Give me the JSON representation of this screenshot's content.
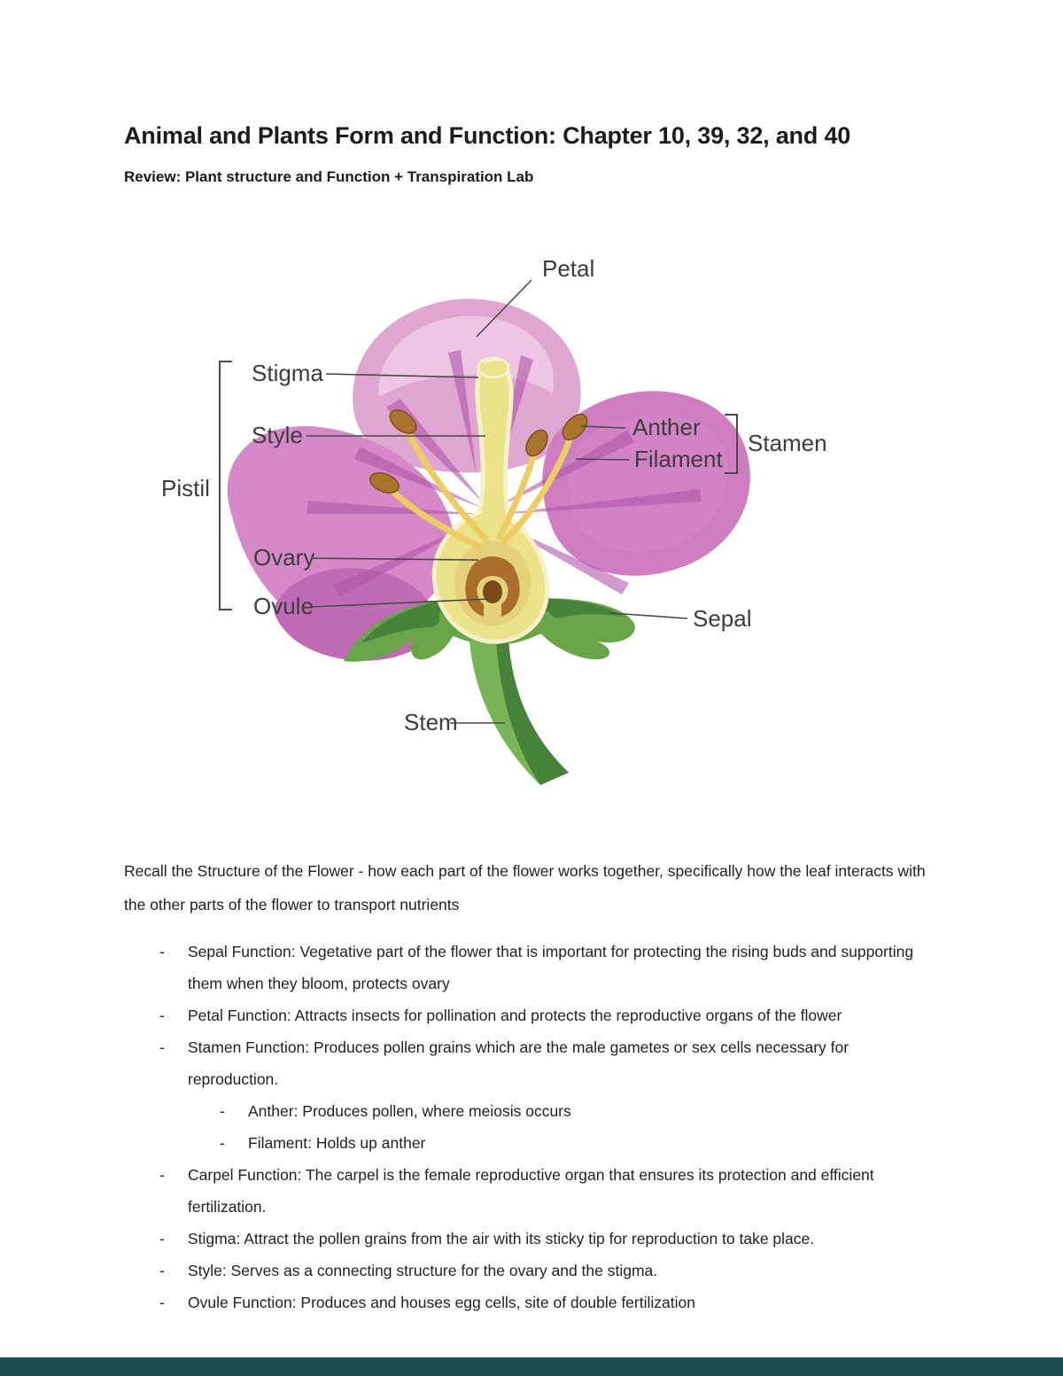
{
  "page": {
    "title": "Animal and Plants Form and Function: Chapter 10, 39, 32, and 40",
    "subtitle": "Review: Plant structure and Function + Transpiration Lab"
  },
  "diagram": {
    "labels": {
      "petal": "Petal",
      "stigma": "Stigma",
      "style": "Style",
      "pistil": "Pistil",
      "ovary": "Ovary",
      "ovule": "Ovule",
      "anther": "Anther",
      "filament": "Filament",
      "stamen": "Stamen",
      "sepal": "Sepal",
      "stem": "Stem"
    }
  },
  "body": {
    "intro": "Recall the Structure of the Flower - how each part of the flower works together, specifically how the leaf interacts with the other parts of the flower to transport nutrients",
    "bullets": [
      {
        "level": 1,
        "text": "Sepal Function: Vegetative part of the flower that is important for protecting the rising buds and supporting them when they bloom, protects ovary"
      },
      {
        "level": 1,
        "text": "Petal Function: Attracts insects for pollination and protects the reproductive organs of the flower"
      },
      {
        "level": 1,
        "text": "Stamen Function: Produces pollen grains which are the male gametes or sex cells necessary for reproduction."
      },
      {
        "level": 2,
        "text": "Anther: Produces pollen, where meiosis occurs"
      },
      {
        "level": 2,
        "text": "Filament: Holds up anther"
      },
      {
        "level": 1,
        "text": "Carpel Function: The carpel is the female reproductive organ that ensures its protection and efficient fertilization."
      },
      {
        "level": 1,
        "text": "Stigma: Attract the pollen grains from the air with its sticky tip for reproduction to take place."
      },
      {
        "level": 1,
        "text": "Style: Serves as a connecting structure for the ovary and the stigma."
      },
      {
        "level": 1,
        "text": "Ovule Function: Produces and houses egg cells, site of double fertilization"
      }
    ]
  },
  "colors": {
    "petal_light": "#dfa6d2",
    "petal_highlight": "#ecc6e2",
    "petal_mid": "#cf7cc0",
    "petal_left": "#d689c8",
    "petal_deep": "#c06cb4",
    "streak": "#b156a9",
    "pistil": "#ece289",
    "pistil_outline": "#f7f1c8",
    "ovary_inner": "#e3d279",
    "ovule": "#a96e2b",
    "ovule_dark": "#7c4a16",
    "filament": "#eccd63",
    "anther": "#a9752e",
    "anther_dark": "#7c5212",
    "green": "#68a549",
    "green_light": "#79b456",
    "green_dark": "#47823a",
    "leader": "#4a4a4a",
    "label": "#3c3c3c",
    "footer": "#1d4e4e"
  }
}
